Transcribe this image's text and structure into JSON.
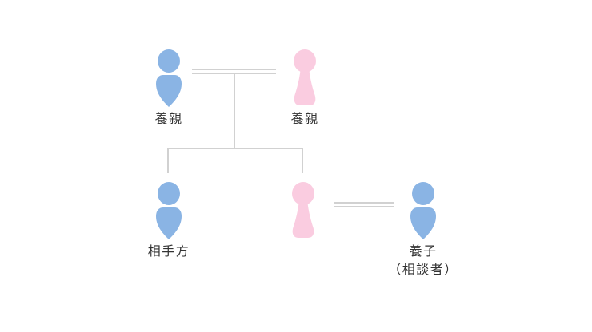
{
  "diagram": {
    "type": "family-tree",
    "colors": {
      "male": "#8ab4e4",
      "female": "#facce0",
      "line": "#d1d1d1",
      "text": "#333333",
      "background": "#ffffff"
    },
    "nodes": [
      {
        "id": "adoptive-parent-male",
        "label": "養親",
        "gender": "male",
        "row": "top"
      },
      {
        "id": "adoptive-parent-female",
        "label": "養親",
        "gender": "female",
        "row": "top"
      },
      {
        "id": "other-party",
        "label": "相手方",
        "gender": "male",
        "row": "bottom"
      },
      {
        "id": "child-female",
        "label": "",
        "gender": "female",
        "row": "bottom"
      },
      {
        "id": "adopted-child",
        "label": "養子",
        "sublabel": "（相談者）",
        "gender": "male",
        "row": "bottom"
      }
    ],
    "connections": [
      {
        "type": "marriage",
        "between": [
          "adoptive-parent-male",
          "adoptive-parent-female"
        ]
      },
      {
        "type": "parent-child",
        "parents": [
          "adoptive-parent-male",
          "adoptive-parent-female"
        ],
        "children": [
          "other-party",
          "child-female"
        ]
      },
      {
        "type": "marriage",
        "between": [
          "child-female",
          "adopted-child"
        ]
      }
    ]
  }
}
